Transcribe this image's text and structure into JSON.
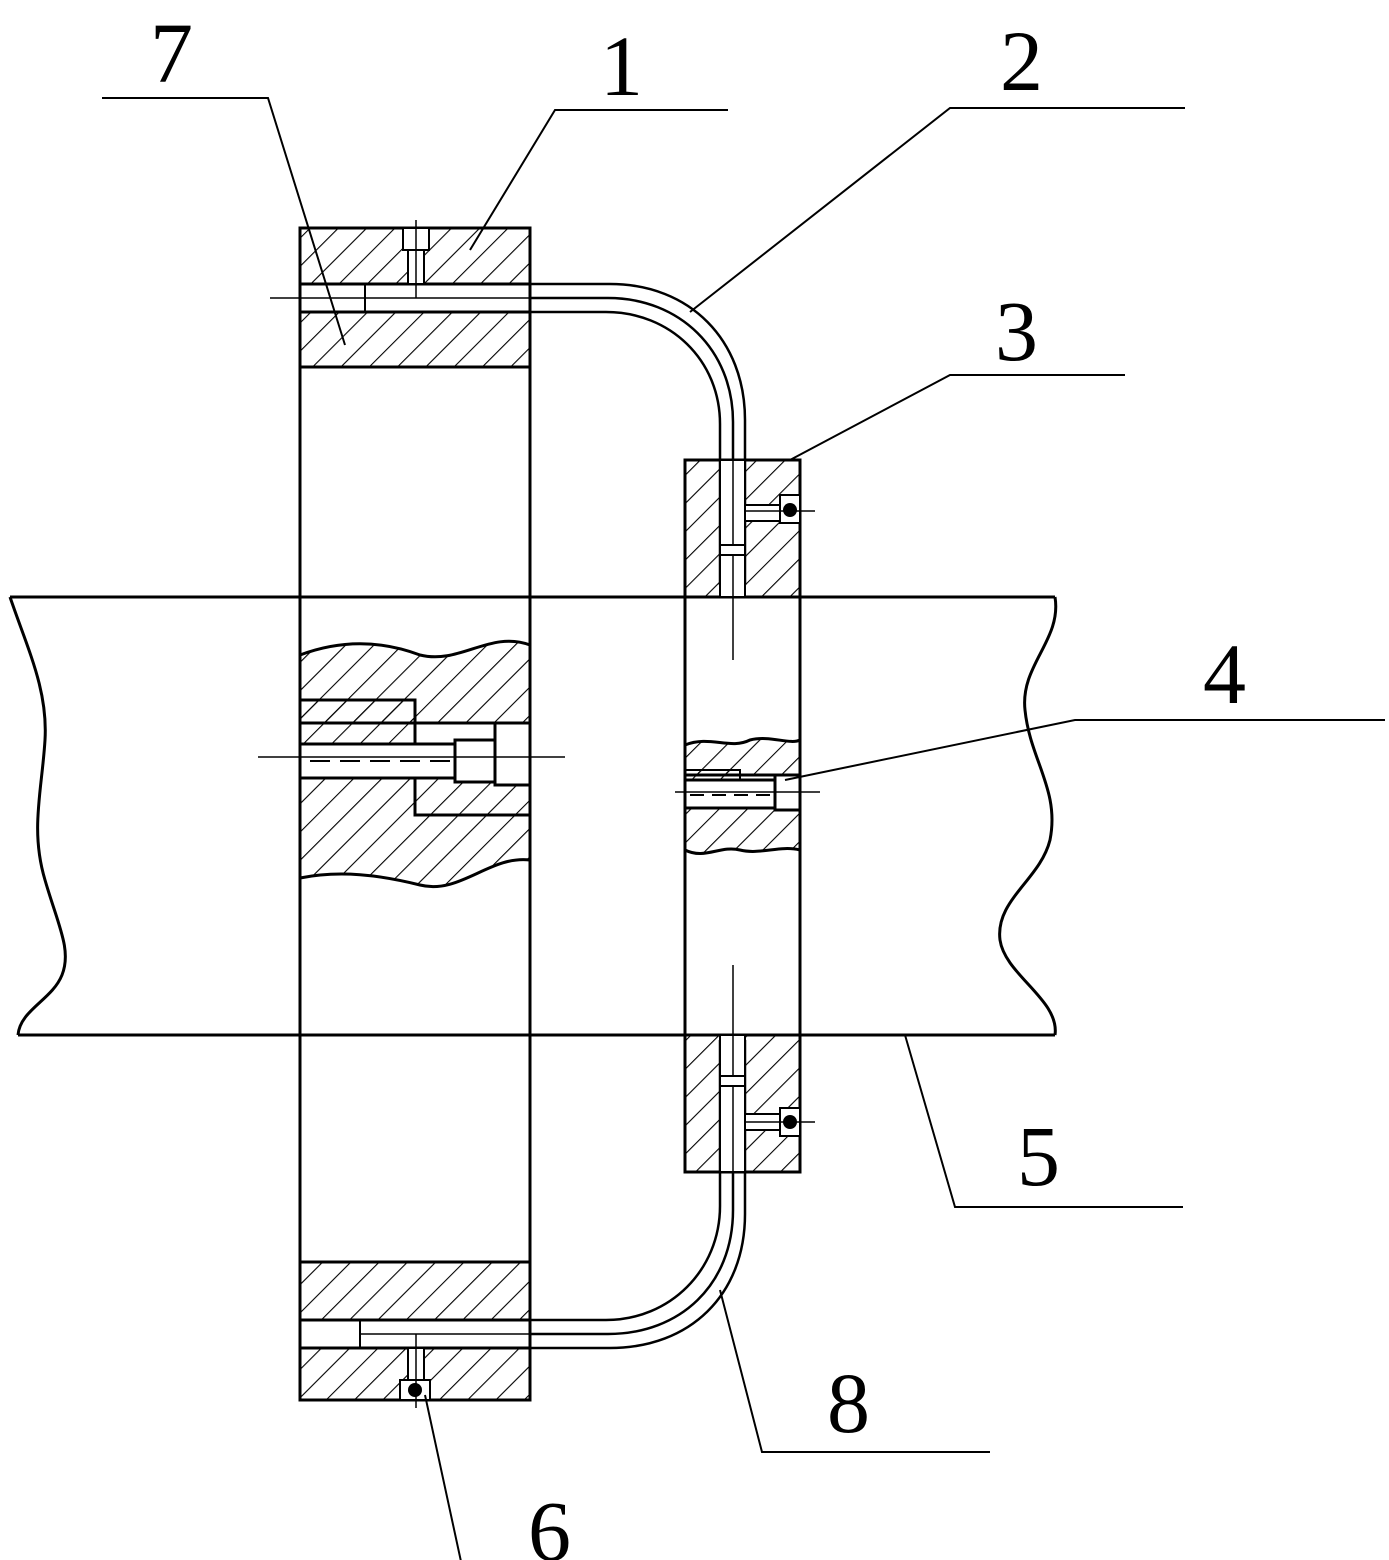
{
  "figure": {
    "callouts": [
      {
        "id": "c7",
        "label": "7"
      },
      {
        "id": "c1",
        "label": "1"
      },
      {
        "id": "c2",
        "label": "2"
      },
      {
        "id": "c3",
        "label": "3"
      },
      {
        "id": "c4",
        "label": "4"
      },
      {
        "id": "c5",
        "label": "5"
      },
      {
        "id": "c8",
        "label": "8"
      },
      {
        "id": "c6",
        "label": "6"
      }
    ],
    "colors": {
      "stroke": "#000000",
      "hatch": "#000000",
      "background": "#ffffff"
    }
  }
}
